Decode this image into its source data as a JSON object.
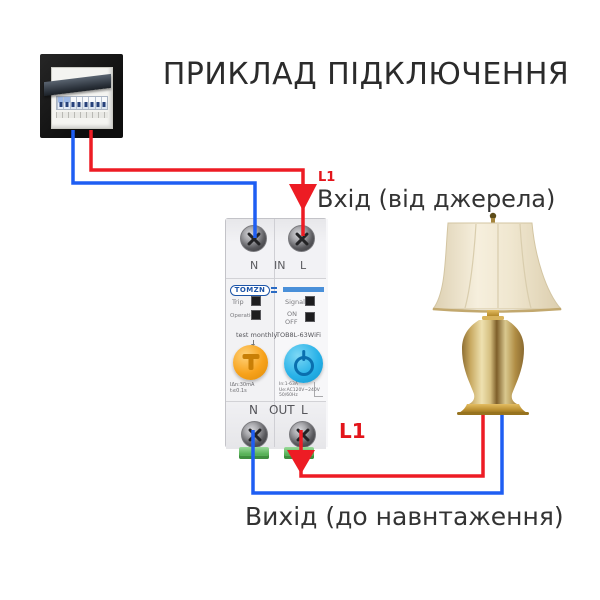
{
  "title": "ПРИКЛАД ПІДКЛЮЧЕННЯ",
  "labels": {
    "input_line": "L1",
    "input": "Вхід (від джерела)",
    "output_line": "L1",
    "output": "Вихід (до навнтаження)"
  },
  "breaker": {
    "brand": "TOMZN",
    "model": "TOB8L-63WiFi",
    "top_terminals": {
      "n": "N",
      "dir": "IN",
      "l": "L"
    },
    "bottom_terminals": {
      "n": "N",
      "dir": "OUT",
      "l": "L"
    },
    "indicators": {
      "trip": "Trip",
      "operation": "Operation",
      "signal": "Signal",
      "on": "ON",
      "off": "OFF"
    },
    "test_label": "test monthly",
    "specs_left": [
      "IΔn:30mA",
      "t≤0.1s"
    ],
    "specs_right": [
      "In:1-63A",
      "Ue:AC120V~240V",
      "50/60Hz"
    ]
  },
  "colors": {
    "wire_live": "#ed1c24",
    "wire_neutral": "#1e5ef3",
    "label_red": "#e3151b",
    "text_dark": "#333333",
    "button_orange": "#f7a21b",
    "button_blue": "#29b2e8",
    "terminal_green": "#58b158",
    "logo_blue": "#1d55a8",
    "stripe_blue": "#4a90d9"
  },
  "scene": {
    "source_device": "distribution-board",
    "load_device": "table-lamp"
  }
}
